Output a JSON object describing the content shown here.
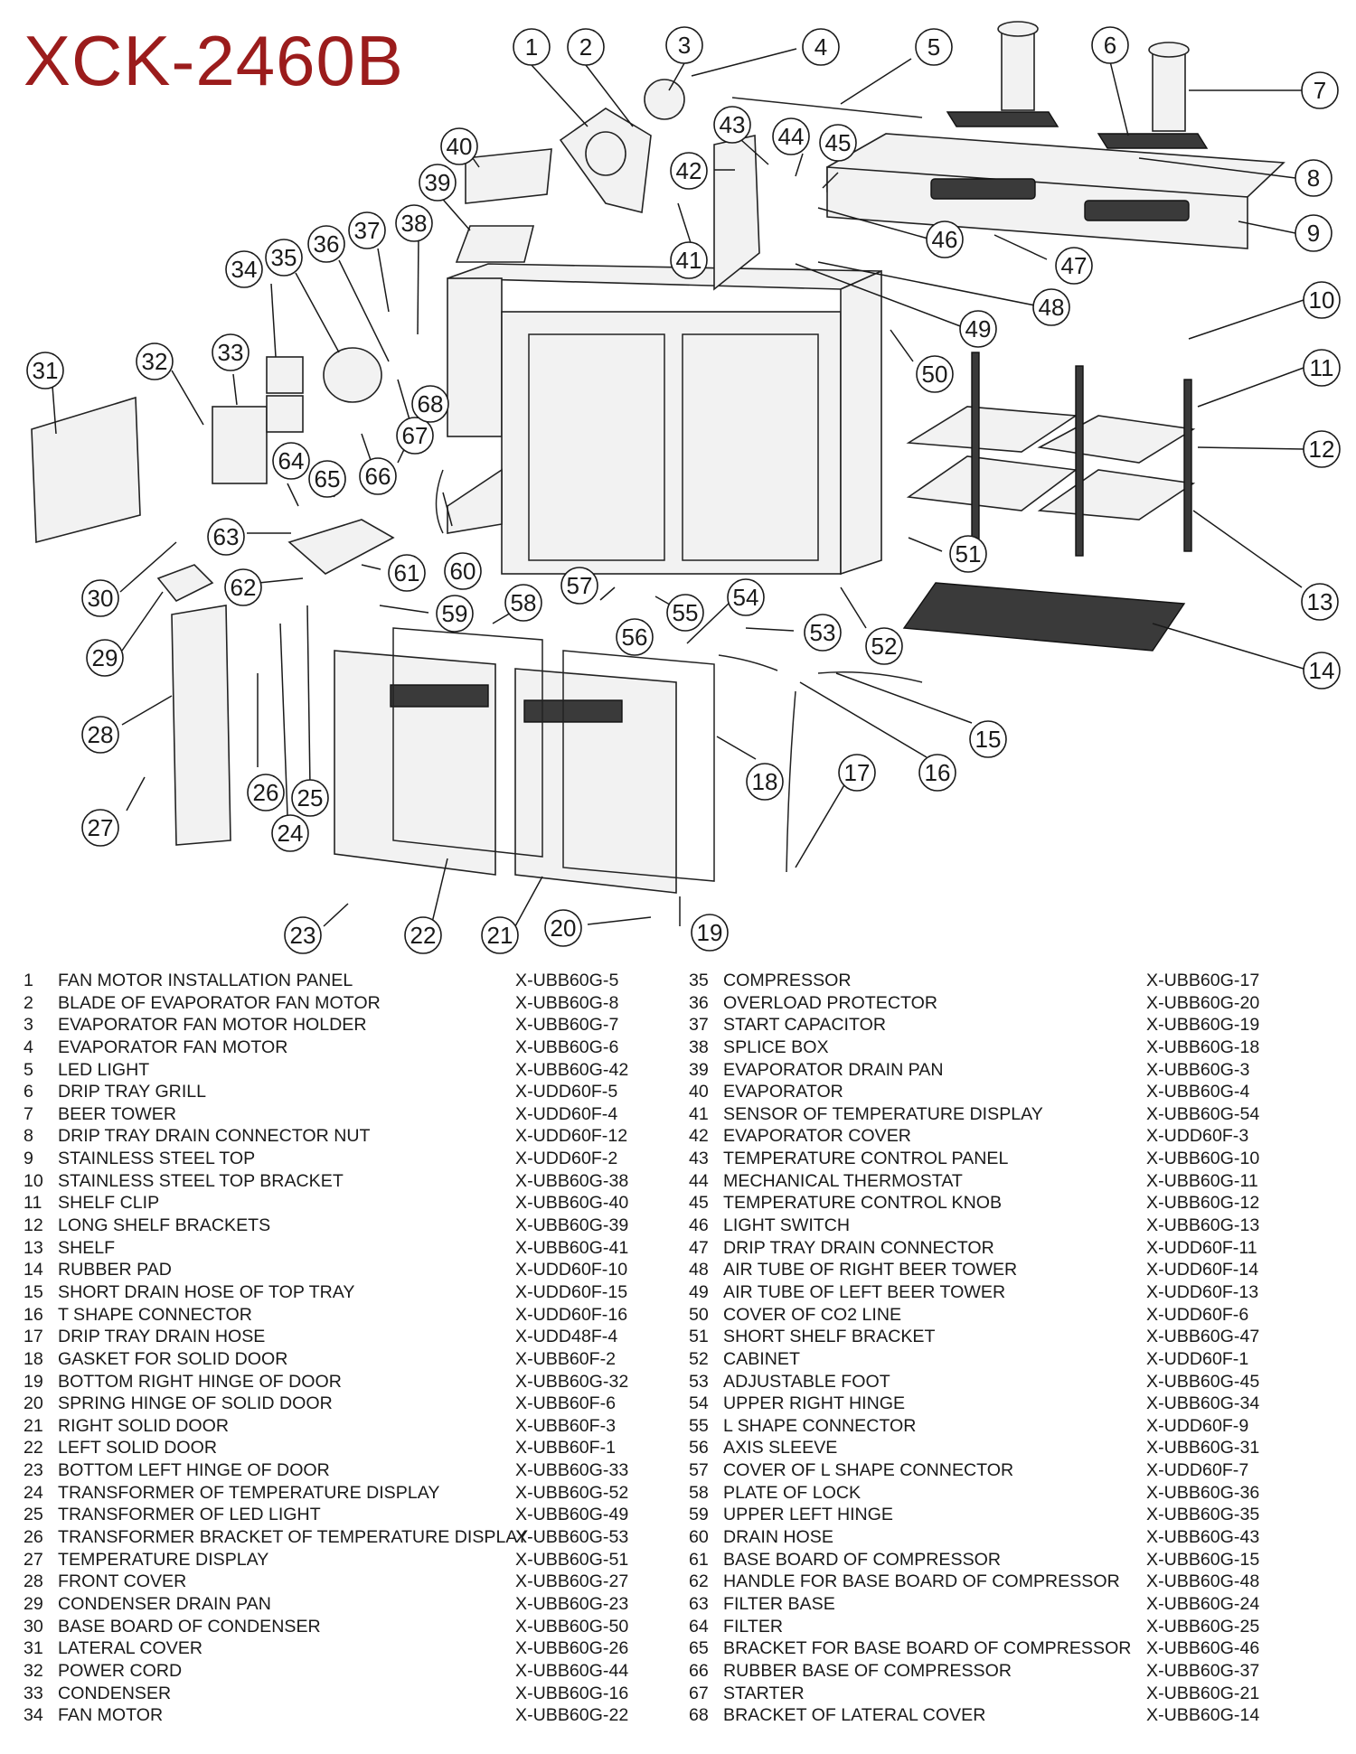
{
  "title": "XCK-2460B",
  "callouts": [
    "1",
    "2",
    "3",
    "4",
    "5",
    "6",
    "7",
    "8",
    "9",
    "10",
    "11",
    "12",
    "13",
    "14",
    "15",
    "16",
    "17",
    "18",
    "19",
    "20",
    "21",
    "22",
    "23",
    "24",
    "25",
    "26",
    "27",
    "28",
    "29",
    "30",
    "31",
    "32",
    "33",
    "34",
    "35",
    "36",
    "37",
    "38",
    "39",
    "40",
    "41",
    "42",
    "43",
    "44",
    "45",
    "46",
    "47",
    "48",
    "49",
    "50",
    "51",
    "52",
    "53",
    "54",
    "55",
    "56",
    "57",
    "58",
    "59",
    "60",
    "61",
    "62",
    "63",
    "64",
    "65",
    "66",
    "67",
    "68"
  ],
  "parts": [
    {
      "no": "1",
      "desc": "FAN MOTOR INSTALLATION PANEL",
      "code": "X-UBB60G-5"
    },
    {
      "no": "2",
      "desc": "BLADE OF EVAPORATOR FAN MOTOR",
      "code": "X-UBB60G-8"
    },
    {
      "no": "3",
      "desc": "EVAPORATOR FAN MOTOR HOLDER",
      "code": "X-UBB60G-7"
    },
    {
      "no": "4",
      "desc": "EVAPORATOR FAN MOTOR",
      "code": "X-UBB60G-6"
    },
    {
      "no": "5",
      "desc": "LED LIGHT",
      "code": "X-UBB60G-42"
    },
    {
      "no": "6",
      "desc": "DRIP TRAY GRILL",
      "code": "X-UDD60F-5"
    },
    {
      "no": "7",
      "desc": "BEER TOWER",
      "code": "X-UDD60F-4"
    },
    {
      "no": "8",
      "desc": "DRIP TRAY DRAIN CONNECTOR NUT",
      "code": "X-UDD60F-12"
    },
    {
      "no": "9",
      "desc": "STAINLESS STEEL TOP",
      "code": "X-UDD60F-2"
    },
    {
      "no": "10",
      "desc": "STAINLESS STEEL TOP BRACKET",
      "code": "X-UBB60G-38"
    },
    {
      "no": "11",
      "desc": "SHELF CLIP",
      "code": "X-UBB60G-40"
    },
    {
      "no": "12",
      "desc": "LONG SHELF BRACKETS",
      "code": "X-UBB60G-39"
    },
    {
      "no": "13",
      "desc": "SHELF",
      "code": "X-UBB60G-41"
    },
    {
      "no": "14",
      "desc": "RUBBER PAD",
      "code": "X-UDD60F-10"
    },
    {
      "no": "15",
      "desc": "SHORT DRAIN HOSE OF TOP TRAY",
      "code": "X-UDD60F-15"
    },
    {
      "no": "16",
      "desc": "T SHAPE CONNECTOR",
      "code": "X-UDD60F-16"
    },
    {
      "no": "17",
      "desc": "DRIP TRAY DRAIN HOSE",
      "code": "X-UDD48F-4"
    },
    {
      "no": "18",
      "desc": "GASKET FOR SOLID DOOR",
      "code": "X-UBB60F-2"
    },
    {
      "no": "19",
      "desc": "BOTTOM RIGHT HINGE OF DOOR",
      "code": "X-UBB60G-32"
    },
    {
      "no": "20",
      "desc": "SPRING HINGE OF SOLID DOOR",
      "code": "X-UBB60F-6"
    },
    {
      "no": "21",
      "desc": "RIGHT SOLID DOOR",
      "code": "X-UBB60F-3"
    },
    {
      "no": "22",
      "desc": "LEFT SOLID DOOR",
      "code": "X-UBB60F-1"
    },
    {
      "no": "23",
      "desc": "BOTTOM LEFT HINGE OF DOOR",
      "code": "X-UBB60G-33"
    },
    {
      "no": "24",
      "desc": "TRANSFORMER OF TEMPERATURE DISPLAY",
      "code": "X-UBB60G-52"
    },
    {
      "no": "25",
      "desc": "TRANSFORMER OF LED LIGHT",
      "code": "X-UBB60G-49"
    },
    {
      "no": "26",
      "desc": "TRANSFORMER BRACKET OF TEMPERATURE DISPLAY",
      "code": "X-UBB60G-53"
    },
    {
      "no": "27",
      "desc": "TEMPERATURE DISPLAY",
      "code": "X-UBB60G-51"
    },
    {
      "no": "28",
      "desc": "FRONT COVER",
      "code": "X-UBB60G-27"
    },
    {
      "no": "29",
      "desc": "CONDENSER DRAIN PAN",
      "code": "X-UBB60G-23"
    },
    {
      "no": "30",
      "desc": "BASE BOARD OF CONDENSER",
      "code": "X-UBB60G-50"
    },
    {
      "no": "31",
      "desc": "LATERAL COVER",
      "code": "X-UBB60G-26"
    },
    {
      "no": "32",
      "desc": "POWER CORD",
      "code": "X-UBB60G-44"
    },
    {
      "no": "33",
      "desc": "CONDENSER",
      "code": "X-UBB60G-16"
    },
    {
      "no": "34",
      "desc": "FAN MOTOR",
      "code": "X-UBB60G-22"
    },
    {
      "no": "35",
      "desc": "COMPRESSOR",
      "code": "X-UBB60G-17"
    },
    {
      "no": "36",
      "desc": "OVERLOAD PROTECTOR",
      "code": "X-UBB60G-20"
    },
    {
      "no": "37",
      "desc": "START CAPACITOR",
      "code": "X-UBB60G-19"
    },
    {
      "no": "38",
      "desc": "SPLICE BOX",
      "code": "X-UBB60G-18"
    },
    {
      "no": "39",
      "desc": "EVAPORATOR DRAIN PAN",
      "code": "X-UBB60G-3"
    },
    {
      "no": "40",
      "desc": "EVAPORATOR",
      "code": "X-UBB60G-4"
    },
    {
      "no": "41",
      "desc": "SENSOR OF TEMPERATURE DISPLAY",
      "code": "X-UBB60G-54"
    },
    {
      "no": "42",
      "desc": "EVAPORATOR COVER",
      "code": "X-UDD60F-3"
    },
    {
      "no": "43",
      "desc": "TEMPERATURE CONTROL PANEL",
      "code": "X-UBB60G-10"
    },
    {
      "no": "44",
      "desc": "MECHANICAL THERMOSTAT",
      "code": "X-UBB60G-11"
    },
    {
      "no": "45",
      "desc": "TEMPERATURE CONTROL KNOB",
      "code": "X-UBB60G-12"
    },
    {
      "no": "46",
      "desc": "LIGHT SWITCH",
      "code": "X-UBB60G-13"
    },
    {
      "no": "47",
      "desc": "DRIP TRAY DRAIN CONNECTOR",
      "code": "X-UDD60F-11"
    },
    {
      "no": "48",
      "desc": "AIR TUBE OF RIGHT BEER TOWER",
      "code": "X-UDD60F-14"
    },
    {
      "no": "49",
      "desc": "AIR TUBE OF LEFT BEER TOWER",
      "code": "X-UDD60F-13"
    },
    {
      "no": "50",
      "desc": "COVER OF CO2 LINE",
      "code": "X-UDD60F-6"
    },
    {
      "no": "51",
      "desc": "SHORT SHELF BRACKET",
      "code": "X-UBB60G-47"
    },
    {
      "no": "52",
      "desc": "CABINET",
      "code": "X-UDD60F-1"
    },
    {
      "no": "53",
      "desc": "ADJUSTABLE FOOT",
      "code": "X-UBB60G-45"
    },
    {
      "no": "54",
      "desc": "UPPER RIGHT HINGE",
      "code": "X-UBB60G-34"
    },
    {
      "no": "55",
      "desc": "L SHAPE CONNECTOR",
      "code": "X-UDD60F-9"
    },
    {
      "no": "56",
      "desc": "AXIS SLEEVE",
      "code": "X-UBB60G-31"
    },
    {
      "no": "57",
      "desc": "COVER OF L SHAPE CONNECTOR",
      "code": "X-UDD60F-7"
    },
    {
      "no": "58",
      "desc": "PLATE OF LOCK",
      "code": "X-UBB60G-36"
    },
    {
      "no": "59",
      "desc": "UPPER LEFT HINGE",
      "code": "X-UBB60G-35"
    },
    {
      "no": "60",
      "desc": "DRAIN HOSE",
      "code": "X-UBB60G-43"
    },
    {
      "no": "61",
      "desc": "BASE BOARD OF COMPRESSOR",
      "code": "X-UBB60G-15"
    },
    {
      "no": "62",
      "desc": "HANDLE FOR BASE BOARD OF COMPRESSOR",
      "code": "X-UBB60G-48"
    },
    {
      "no": "63",
      "desc": "FILTER BASE",
      "code": "X-UBB60G-24"
    },
    {
      "no": "64",
      "desc": "FILTER",
      "code": "X-UBB60G-25"
    },
    {
      "no": "65",
      "desc": "BRACKET FOR BASE BOARD OF COMPRESSOR",
      "code": "X-UBB60G-46"
    },
    {
      "no": "66",
      "desc": "RUBBER BASE OF COMPRESSOR",
      "code": "X-UBB60G-37"
    },
    {
      "no": "67",
      "desc": "STARTER",
      "code": "X-UBB60G-21"
    },
    {
      "no": "68",
      "desc": "BRACKET OF LATERAL COVER",
      "code": "X-UBB60G-14"
    }
  ]
}
